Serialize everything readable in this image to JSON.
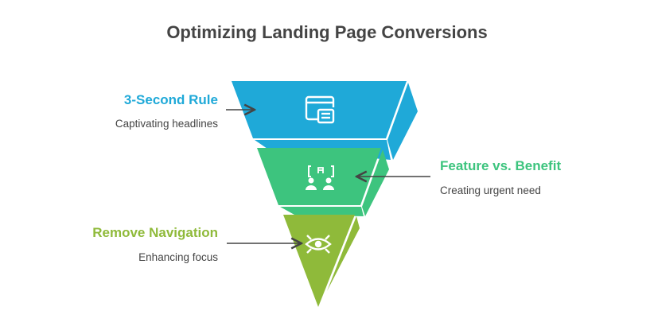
{
  "title": "Optimizing Landing Page Conversions",
  "stages": [
    {
      "label": "3-Second Rule",
      "description": "Captivating headlines",
      "icon": "browser-newspaper-icon",
      "color": "#1fa9d8"
    },
    {
      "label": "Feature vs. Benefit",
      "description": "Creating urgent need",
      "icon": "people-discussion-icon",
      "color": "#3dc47e"
    },
    {
      "label": "Remove Navigation",
      "description": "Enhancing focus",
      "icon": "eye-focus-icon",
      "color": "#8fba3a"
    }
  ]
}
